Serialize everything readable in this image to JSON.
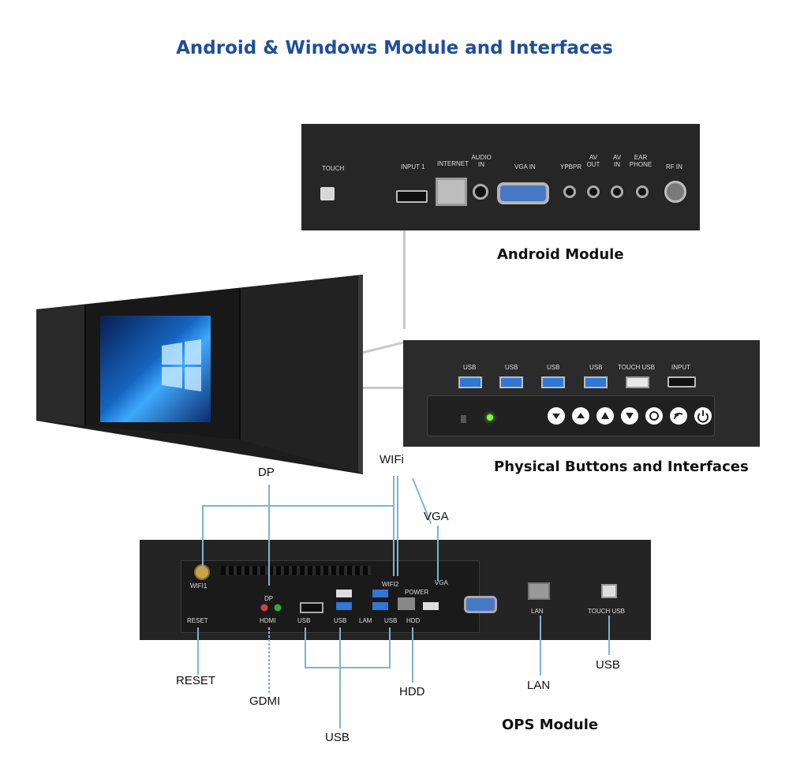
{
  "title": "Android & Windows Module and Interfaces",
  "captions": {
    "android_module": "Android Module",
    "physical_buttons": "Physical Buttons and Interfaces",
    "ops_module": "OPS Module"
  },
  "android_panel": {
    "ports": [
      "TOUCH",
      "INPUT 1",
      "INTERNET",
      "AUDIO IN",
      "VGA IN",
      "YPBPR",
      "AV OUT",
      "AV IN",
      "EAR PHONE",
      "RF IN"
    ]
  },
  "buttons_panel": {
    "ports": [
      "USB",
      "USB",
      "USB",
      "USB",
      "TOUCH USB",
      "INPUT"
    ],
    "button_icons": [
      "down-triangle-icon",
      "up-triangle-icon",
      "home-icon",
      "menu-icon",
      "settings-icon",
      "source-icon",
      "power-icon"
    ]
  },
  "ops_panel": {
    "port_labels": [
      "WIFI1",
      "DP",
      "WIFI2",
      "VGA",
      "POWER",
      "RESET",
      "HDMI",
      "USB",
      "USB",
      "LAM",
      "USB",
      "HDD",
      "LAN",
      "TOUCH USB"
    ]
  },
  "callouts": {
    "dp": "DP",
    "wifi": "WIFi",
    "vga": "VGA",
    "reset": "RESET",
    "gdmi": "GDMI",
    "usb_bottom": "USB",
    "hdd": "HDD",
    "lan": "LAN",
    "usb_right": "USB"
  },
  "colors": {
    "title": "#1f4e9a",
    "panel": "#262626",
    "usb_port": "#2f78d6",
    "led": "#7cff3a",
    "connector_line": "#7fb3cf"
  }
}
